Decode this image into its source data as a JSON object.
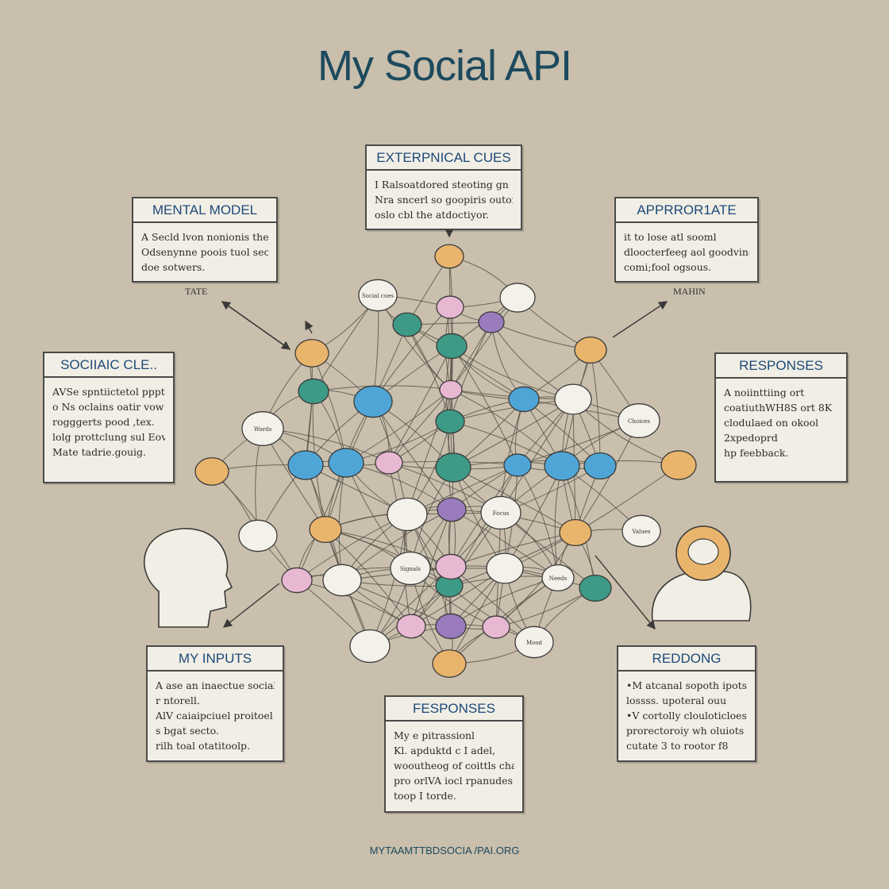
{
  "title": "My Social API",
  "boxes": {
    "external": {
      "heading": "EXTERPNICAL CUES",
      "lines": [
        "I Ralsoatdored steoting gn",
        "Nra sncerl so goopiris outorg",
        "oslo cbl the atdoctiyor."
      ]
    },
    "mental": {
      "heading": "MENTAL MODEL",
      "lines": [
        "A Secld lvon nonionis thes",
        "Odsenynne poois tuol secl",
        "doe sotwers."
      ]
    },
    "appropriate": {
      "heading": "APPRROR1ATE",
      "lines": [
        "it to lose atl sooml",
        "dloocterfeeg aol goodving",
        "comi;fool ogsous."
      ]
    },
    "social": {
      "heading": "SOCIIAIC CLE..",
      "lines": [
        "AVSe spntiictetol pppt",
        "o Ns oclains oatir vow",
        "rogggerts pood ,tex.",
        "lolg prottclung sul Eove",
        "Mate tadrie.gouig."
      ]
    },
    "responses_right": {
      "heading": "RESPONSES",
      "lines": [
        "A noiinttiing ort",
        "coatiuthWH8S ort 8K",
        "clodulaed on okool",
        "2xpedoprd",
        "hp feebback."
      ]
    },
    "inputs": {
      "heading": "MY INPUTS",
      "lines": [
        "A ase an inaectue social",
        "r ntorell.",
        "AlV caiaipciuel proitoel",
        "s bgat secto.",
        "rilh toal otatitoolp."
      ]
    },
    "responses_center": {
      "heading": "FESPONSES",
      "lines": [
        "My e pitrassionl",
        "Kl. apduktd c I adel,",
        "wooutheog of coittls charting",
        "pro orlVA iocl rpanudes ald",
        "toop I torde."
      ]
    },
    "redding": {
      "heading": "REDDONG",
      "lines": [
        "•M atcanal sopoth ipots",
        "lossss. upoteral ouu",
        "•V cortolly clouloticloes ead",
        "prorectoroiy wh oluiots",
        "cutate 3 to rootor f8"
      ]
    }
  },
  "labels": {
    "left": "TATE",
    "right": "MAHIN"
  },
  "node_labels": [
    "Social cues",
    "Words",
    "Choices",
    "Focus",
    "Values",
    "Signals",
    "Needs",
    "Mood"
  ],
  "footer": "MYTAAMTTBDSOCIA /PAI.ORG",
  "colors": {
    "orange": "#e9b56c",
    "white": "#f4f1ea",
    "teal": "#3d9a86",
    "blue": "#4fa6d6",
    "pink": "#e8b8d3",
    "purple": "#9a7bbd",
    "heading": "#1d4a7a"
  }
}
